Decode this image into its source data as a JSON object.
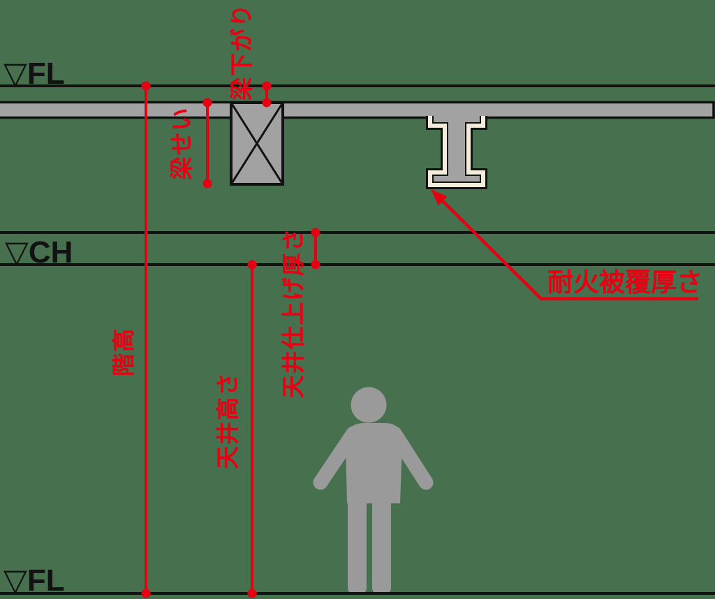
{
  "colors": {
    "background": "#47704F",
    "line_black": "#121212",
    "dimension_red": "#E60012",
    "concrete_gray": "#A2A2A2",
    "person_gray": "#9A9A9A",
    "fireproof_cream": "#F3ECDA"
  },
  "levels": {
    "fl_top": "▽FL",
    "ch": "▽CH",
    "fl_bottom": "▽FL"
  },
  "dimension_labels": {
    "beam_drop": "梁下がり",
    "beam_depth": "梁せい",
    "ceiling_finish_thickness": "天井仕上げ厚さ",
    "floor_height": "階高",
    "ceiling_height": "天井高さ",
    "fireproof_covering_thickness": "耐火被覆厚さ"
  }
}
